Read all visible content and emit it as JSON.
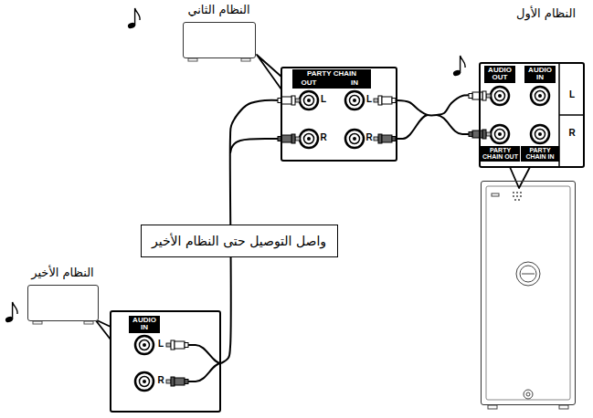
{
  "diagram": {
    "nodes": [
      {
        "text": [
          "النظام الثاني"
        ]
      },
      {
        "text": [
          "PARTY CHAIN",
          "OUT",
          "IN",
          "L",
          "R",
          "L",
          "R"
        ]
      },
      {
        "text": [
          "النظام الأول"
        ]
      },
      {
        "text": [
          "AUDIO OUT",
          "AUDIO IN",
          "L",
          "R",
          "PARTY CHAIN OUT",
          "PARTY CHAIN IN"
        ]
      },
      {
        "text": [
          "واصل التوصيل حتى النظام الأخير"
        ]
      },
      {
        "text": [
          "النظام الأخير"
        ]
      },
      {
        "text": [
          "AUDIO IN",
          "L",
          "R"
        ]
      }
    ],
    "edges": [
      {
        "from": 3,
        "to": 1,
        "arrow": "none"
      },
      {
        "from": 1,
        "to": 6,
        "arrow": "none"
      }
    ]
  }
}
